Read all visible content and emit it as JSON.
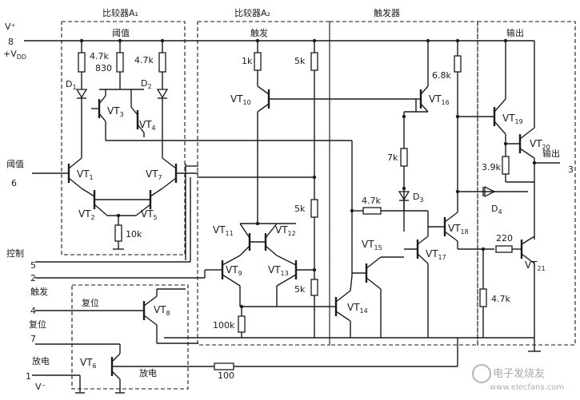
{
  "sections": {
    "comparator_a1": "比较器A₁",
    "comparator_a2": "比较器A₂",
    "trigger": "触发器",
    "threshold": "阈值",
    "trigger_sub": "触发",
    "output": "输出"
  },
  "supply": {
    "vplus": "V⁺",
    "vdd": "+V",
    "vdd_sub": "DD",
    "vminus": "V⁻"
  },
  "pins": {
    "p8": "8",
    "p6": "6",
    "p5": "5",
    "p2": "2",
    "p4": "4",
    "p7": "7",
    "p1": "1",
    "p3": "3"
  },
  "pin_labels": {
    "threshold": "阈值",
    "control": "控制",
    "trigger": "触发",
    "reset": "复位",
    "discharge": "放电",
    "output": "输出"
  },
  "internal_labels": {
    "reset": "复位",
    "discharge": "放电"
  },
  "resistors": {
    "r1": "4.7k",
    "r1b": "830",
    "r2": "4.7k",
    "r3": "1k",
    "r4": "5k",
    "r5": "6.8k",
    "r6": "7k",
    "r7": "3.9k",
    "r8": "4.7k",
    "r9": "5k",
    "r10": "5k",
    "r11": "10k",
    "r12": "100k",
    "r13": "220",
    "r14": "4.7k",
    "r15": "100"
  },
  "diodes": {
    "d1": "D",
    "d1_sub": "1",
    "d2": "D",
    "d2_sub": "2",
    "d3": "D",
    "d3_sub": "3",
    "d4": "D",
    "d4_sub": "4"
  },
  "transistors": {
    "vt1": "1",
    "vt2": "2",
    "vt3": "3",
    "vt4": "4",
    "vt5": "5",
    "vt6": "6",
    "vt7": "7",
    "vt8": "8",
    "vt9": "9",
    "vt10": "10",
    "vt11": "11",
    "vt12": "12",
    "vt13": "13",
    "vt14": "14",
    "vt15": "15",
    "vt16": "16",
    "vt17": "17",
    "vt18": "18",
    "vt19": "19",
    "vt20": "20",
    "vt21": "21",
    "prefix": "VT"
  },
  "watermark": {
    "text": "电子发烧友",
    "url": "www.elecfans.com"
  }
}
